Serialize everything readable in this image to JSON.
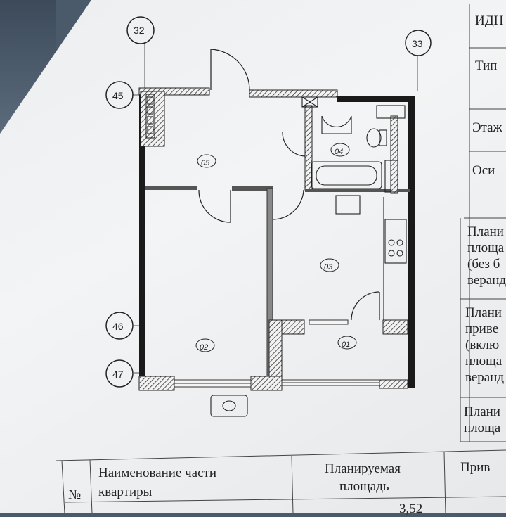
{
  "axes": {
    "a32": "32",
    "a33": "33",
    "a45": "45",
    "a46": "46",
    "a47": "47"
  },
  "rooms": {
    "r05": "05",
    "r04": "04",
    "r03": "03",
    "r02": "02",
    "r01": "01"
  },
  "side_table": {
    "identifier": "ИДН",
    "type": "Тип",
    "floor": "Этаж",
    "axes": "Оси",
    "planned_area_1": "Плани",
    "planned_area_2": "площа",
    "planned_area_3": "(без б",
    "planned_area_4": "веранд",
    "reduced_area_1": "Плани",
    "reduced_area_2": "приве",
    "reduced_area_3": "(вклю",
    "reduced_area_4": "площа",
    "reduced_area_5": "веранд",
    "total_area_1": "Плани",
    "total_area_2": "площа"
  },
  "bottom_table": {
    "col_num": "№",
    "col_name_1": "Наименование части",
    "col_name_2": "квартиры",
    "col_area_1": "Планируемая",
    "col_area_2": "площадь",
    "col_reduced": "Прив",
    "row1_area": "3,52"
  }
}
